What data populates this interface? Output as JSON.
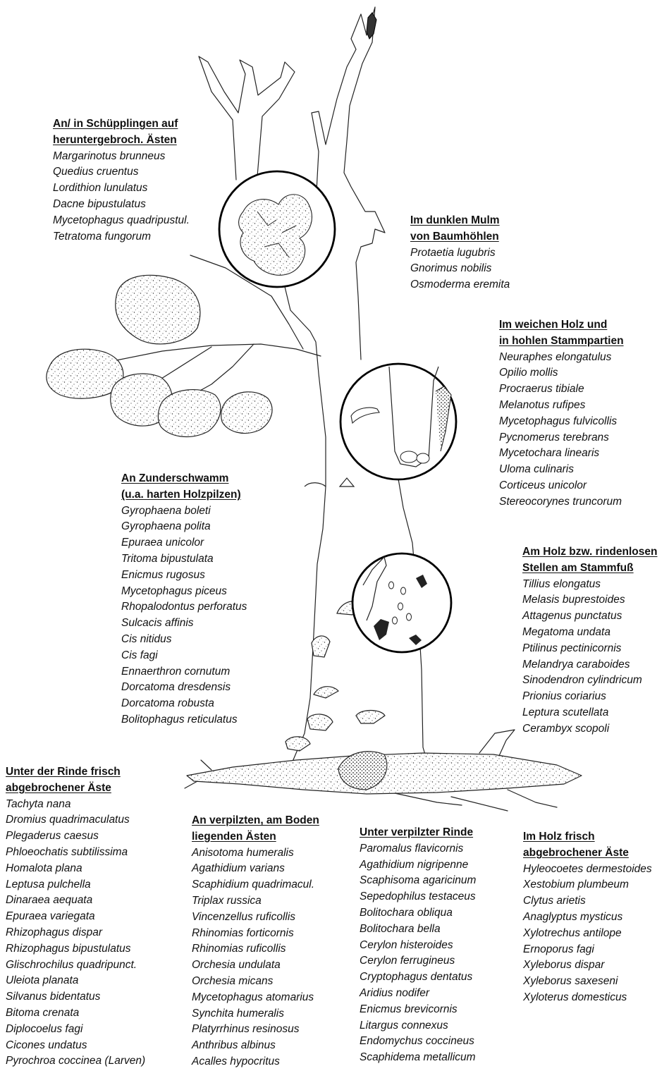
{
  "groups": [
    {
      "id": "schuepplingen",
      "heading": [
        "An/ in Schüpplingen auf",
        "heruntergebroch. Ästen"
      ],
      "species": [
        "Margarinotus brunneus",
        "Quedius cruentus",
        "Lordithion lunulatus",
        "Dacne bipustulatus",
        "Mycetophagus quadripustul.",
        "Tetratoma fungorum"
      ]
    },
    {
      "id": "mulm",
      "heading": [
        "Im dunklen Mulm",
        "von Baumhöhlen"
      ],
      "species": [
        "Protaetia lugubris",
        "Gnorimus nobilis",
        "Osmoderma eremita"
      ]
    },
    {
      "id": "weiches-holz",
      "heading": [
        "Im weichen Holz und",
        "in hohlen Stammpartien"
      ],
      "species": [
        "Neuraphes elongatulus",
        "Opilio mollis",
        "Procraerus tibiale",
        "Melanotus rufipes",
        "Mycetophagus fulvicollis",
        "Pycnomerus terebrans",
        "Mycetochara linearis",
        "Uloma culinaris",
        "Corticeus unicolor",
        "Stereocorynes truncorum"
      ]
    },
    {
      "id": "zunderschwamm",
      "heading": [
        "An Zunderschwamm",
        "(u.a. harten Holzpilzen)"
      ],
      "species": [
        "Gyrophaena boleti",
        "Gyrophaena polita",
        "Epuraea unicolor",
        "Tritoma bipustulata",
        "Enicmus rugosus",
        "Mycetophagus piceus",
        "Rhopalodontus perforatus",
        "Sulcacis affinis",
        "Cis nitidus",
        "Cis fagi",
        "Ennaerthron cornutum",
        "Dorcatoma dresdensis",
        "Dorcatoma robusta",
        "Bolitophagus reticulatus"
      ]
    },
    {
      "id": "stammfuss",
      "heading": [
        "Am Holz bzw. rindenlosen",
        "Stellen am Stammfuß"
      ],
      "species": [
        "Tillius elongatus",
        "Melasis buprestoides",
        "Attagenus punctatus",
        "Megatoma undata",
        "Ptilinus pectinicornis",
        "Melandrya caraboides",
        "Sinodendron cylindricum",
        "Prionius coriarius",
        "Leptura scutellata",
        "Cerambyx scopoli"
      ]
    },
    {
      "id": "rinde-frisch",
      "heading": [
        "Unter der Rinde frisch",
        "abgebrochener Äste"
      ],
      "species": [
        "Tachyta nana",
        "Dromius quadrimaculatus",
        "Plegaderus caesus",
        "Phloeochatis subtilissima",
        "Homalota plana",
        "Leptusa pulchella",
        "Dinaraea aequata",
        "Epuraea variegata",
        "Rhizophagus dispar",
        "Rhizophagus bipustulatus",
        "Glischrochilus quadripunct.",
        "Uleiota planata",
        "Silvanus bidentatus",
        "Bitoma crenata",
        "Diplocoelus fagi",
        "Cicones undatus",
        "Pyrochroa coccinea (Larven)"
      ]
    },
    {
      "id": "verpilzte-aeste",
      "heading": [
        "An verpilzten, am Boden",
        "liegenden Ästen"
      ],
      "species": [
        "Anisotoma humeralis",
        "Agathidium varians",
        "Scaphidium quadrimacul.",
        "Triplax russica",
        "Vincenzellus ruficollis",
        "Rhinomias forticornis",
        "Rhinomias ruficollis",
        "Orchesia undulata",
        "Orchesia micans",
        "Mycetophagus atomarius",
        "Synchita humeralis",
        "Platyrrhinus resinosus",
        "Anthribus albinus",
        "Acalles hypocritus"
      ]
    },
    {
      "id": "verpilzte-rinde",
      "heading": [
        "Unter verpilzter Rinde"
      ],
      "species": [
        "Paromalus flavicornis",
        "Agathidium nigripenne",
        "Scaphisoma agaricinum",
        "Sepedophilus testaceus",
        "Bolitochara obliqua",
        "Bolitochara bella",
        "Cerylon histeroides",
        "Cerylon ferrugineus",
        "Cryptophagus dentatus",
        "Aridius nodifer",
        "Enicmus brevicornis",
        "Litargus connexus",
        "Endomychus coccineus",
        "Scaphidema metallicum"
      ]
    },
    {
      "id": "holz-frisch",
      "heading": [
        "Im Holz frisch",
        "abgebrochener Äste"
      ],
      "species": [
        "Hyleocoetes dermestoides",
        "Xestobium plumbeum",
        "Clytus arietis",
        "Anaglyptus mysticus",
        "Xylotrechus antilope",
        "Ernoporus fagi",
        "Xyleborus dispar",
        "Xyleborus saxeseni",
        "Xyloterus domesticus"
      ]
    }
  ]
}
